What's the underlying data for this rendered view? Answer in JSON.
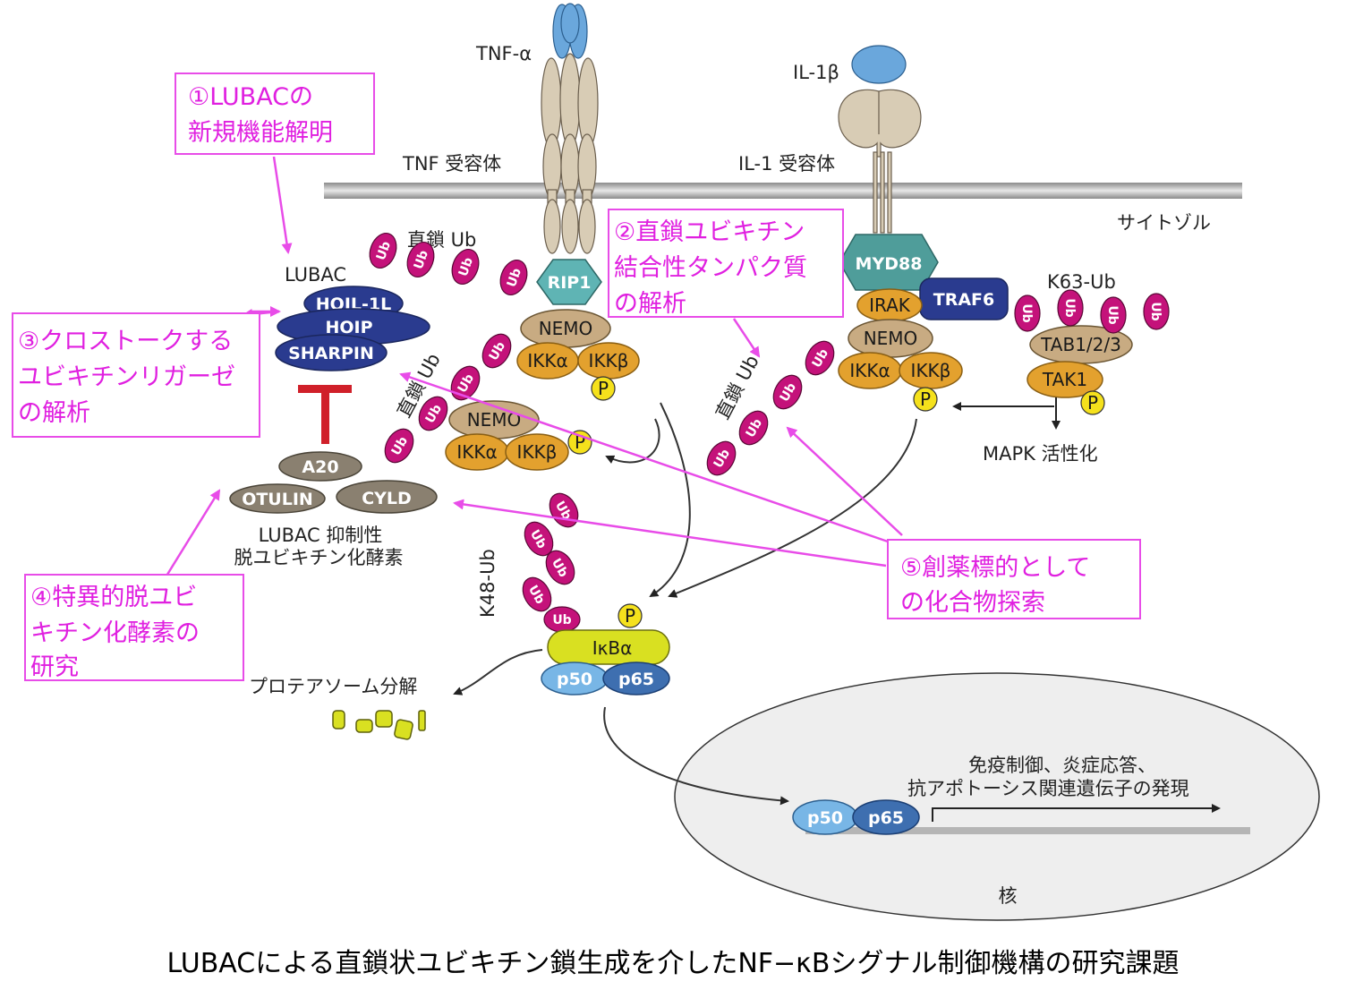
{
  "colors": {
    "ubiquitin": "#c4127a",
    "nemo": "#c8ab82",
    "ikk": "#e3a12e",
    "phospho": "#f5e11c",
    "lubac": "#2a3b8f",
    "dub": "#8a8070",
    "receptor": "#d8ccb5",
    "ligand": "#6aa7dc",
    "myd88": "#4f9d9a",
    "rip1": "#5fb4b4",
    "ikba": "#d9e021",
    "p50": "#78b6e6",
    "p65": "#3e6fb0",
    "highlight": "#e020e0",
    "inhibitor": "#d0202a"
  },
  "labels": {
    "tnf_alpha": "TNF-α",
    "tnf_receptor": "TNF 受容体",
    "il1b": "IL-1β",
    "il1_receptor": "IL-1 受容体",
    "cytosol": "サイトゾル",
    "linear_ub_top": "直鎖 Ub",
    "linear_ub_left": "直鎖 Ub",
    "linear_ub_right": "直鎖 Ub",
    "lubac": "LUBAC",
    "k63_ub": "K63-Ub",
    "k48_ub": "K48-Ub",
    "mapk": "MAPK 活性化",
    "lubac_dub_line1": "LUBAC 抑制性",
    "lubac_dub_line2": "脱ユビキチン化酵素",
    "proteasome": "プロテアソーム分解",
    "target_genes_line1": "免疫制御、炎症応答、",
    "target_genes_line2": "抗アポトーシス関連遺伝子の発現",
    "nucleus": "核"
  },
  "molecules": {
    "rip1": "RIP1",
    "myd88": "MYD88",
    "irak": "IRAK",
    "traf6": "TRAF6",
    "tab": "TAB1/2/3",
    "tak1": "TAK1",
    "nemo": "NEMO",
    "ikka": "IKKα",
    "ikkb": "IKKβ",
    "hoil": "HOIL-1L",
    "hoip": "HOIP",
    "sharpin": "SHARPIN",
    "a20": "A20",
    "otulin": "OTULIN",
    "cyld": "CYLD",
    "ikba": "IκBα",
    "p50": "p50",
    "p65": "p65",
    "ub": "Ub",
    "p": "P"
  },
  "research_topics": [
    {
      "line1": "①LUBACの",
      "line2": "新規機能解明",
      "line3": ""
    },
    {
      "line1": "②直鎖ユビキチン",
      "line2": "結合性タンパク質",
      "line3": "の解析"
    },
    {
      "line1": "③クロストークする",
      "line2": "ユビキチンリガーゼ",
      "line3": "の解析"
    },
    {
      "line1": "④特異的脱ユビ",
      "line2": "キチン化酵素の",
      "line3": "研究"
    },
    {
      "line1": "⑤創薬標的として",
      "line2": "の化合物探索",
      "line3": ""
    }
  ],
  "caption": "LUBACによる直鎖状ユビキチン鎖生成を介したNF−κBシグナル制御機構の研究課題"
}
